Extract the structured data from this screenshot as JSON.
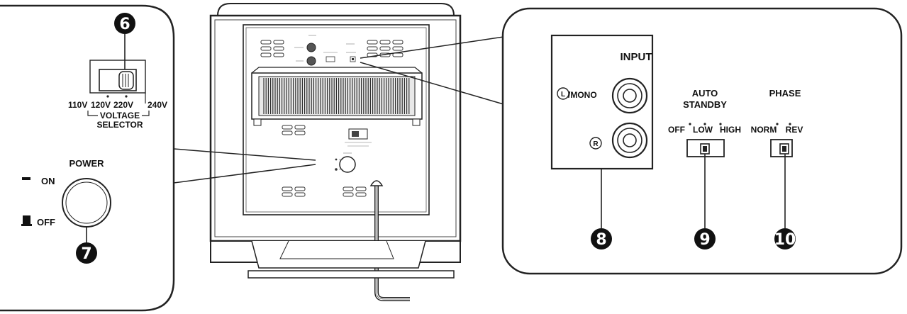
{
  "callouts": {
    "voltage_selector": "6",
    "power": "7",
    "input": "8",
    "auto_standby": "9",
    "phase": "10"
  },
  "left_panel": {
    "voltage_options": [
      "110V",
      "120V",
      "220V",
      "240V"
    ],
    "voltage_title_line1": "VOLTAGE",
    "voltage_title_line2": "SELECTOR",
    "power_title": "POWER",
    "power_on": "ON",
    "power_off": "OFF"
  },
  "right_panel": {
    "input_title": "INPUT",
    "input_left": "/MONO",
    "input_left_letter": "L",
    "input_right_letter": "R",
    "auto_standby_line1": "AUTO",
    "auto_standby_line2": "STANDBY",
    "auto_standby_options": [
      "OFF",
      "LOW",
      "HIGH"
    ],
    "phase_title": "PHASE",
    "phase_options": [
      "NORM",
      "REV"
    ]
  }
}
